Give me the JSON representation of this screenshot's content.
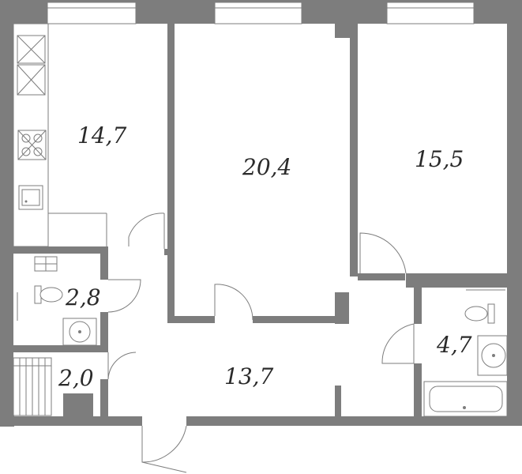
{
  "rooms": [
    {
      "id": "kitchen",
      "area": "14,7"
    },
    {
      "id": "room-1",
      "area": "20,4"
    },
    {
      "id": "room-2",
      "area": "15,5"
    },
    {
      "id": "bathroom-small",
      "area": "2,8"
    },
    {
      "id": "storage",
      "area": "2,0"
    },
    {
      "id": "hall",
      "area": "13,7"
    },
    {
      "id": "bathroom-large",
      "area": "4,7"
    }
  ],
  "colors": {
    "wall": "#7d7d7d",
    "text": "#2a2a2a",
    "background": "#ffffff"
  },
  "icons": [
    "stove-icon",
    "sink-icon",
    "toilet-icon",
    "washbasin-icon",
    "bathtub-icon",
    "cabinet-icon",
    "window-icon",
    "door-swing-icon"
  ]
}
